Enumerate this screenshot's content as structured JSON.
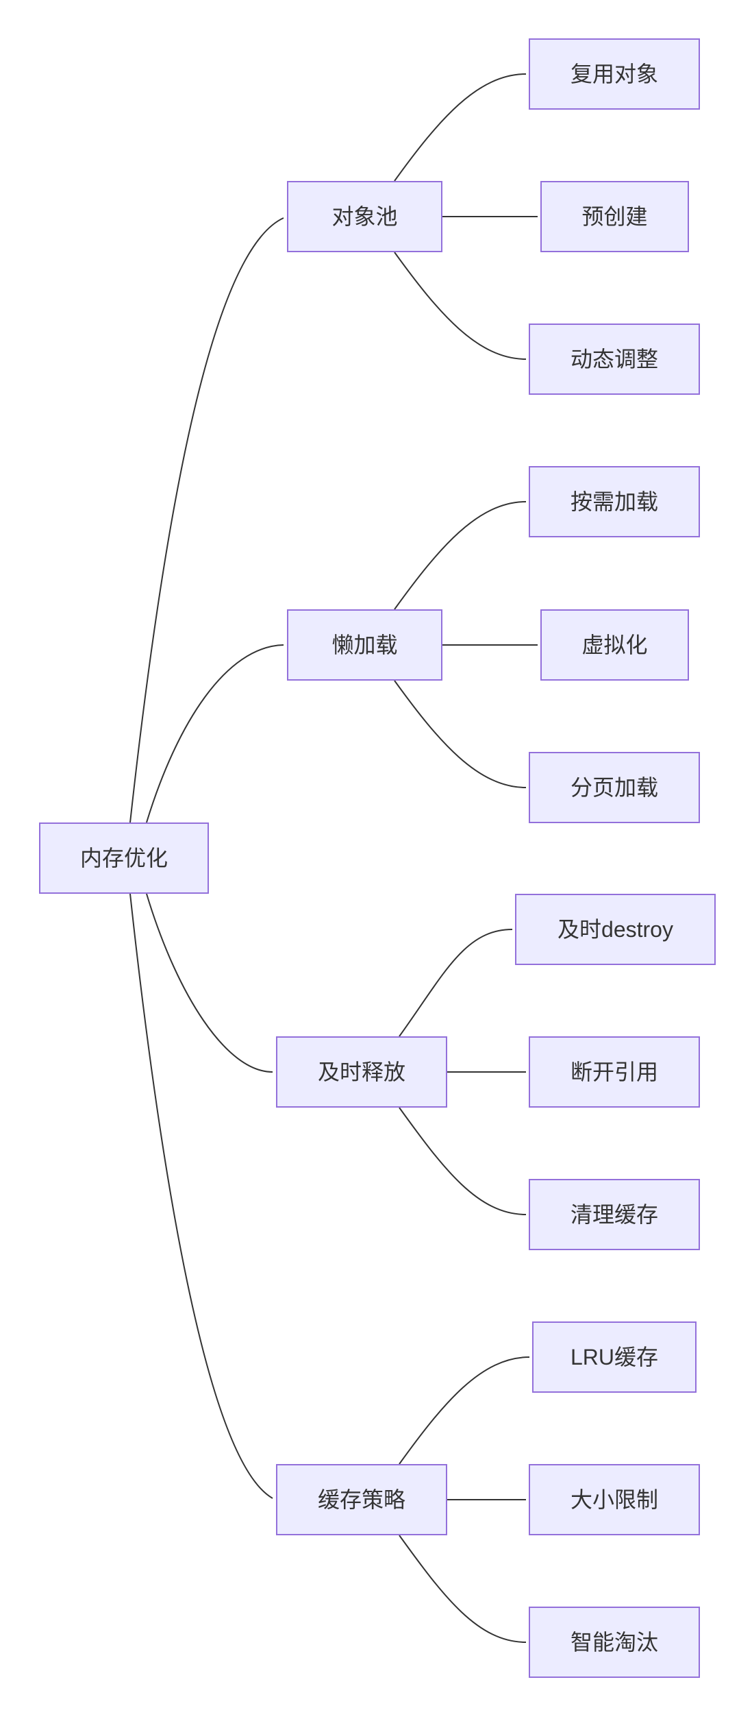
{
  "diagram": {
    "type": "flowchart-left-to-right",
    "colors": {
      "background": "#FFFFFF",
      "node_fill": "#ECECFF",
      "node_border": "#9370DB",
      "edge": "#333333",
      "text": "#333333"
    },
    "root": {
      "id": "memory-optimization",
      "label": "内存优化"
    },
    "branches": [
      {
        "id": "object-pool",
        "label": "对象池",
        "children": [
          {
            "id": "reuse-objects",
            "label": "复用对象"
          },
          {
            "id": "pre-create",
            "label": "预创建"
          },
          {
            "id": "dynamic-resize",
            "label": "动态调整"
          }
        ]
      },
      {
        "id": "lazy-load",
        "label": "懒加载",
        "children": [
          {
            "id": "on-demand-load",
            "label": "按需加载"
          },
          {
            "id": "virtualization",
            "label": "虚拟化"
          },
          {
            "id": "paged-load",
            "label": "分页加载"
          }
        ]
      },
      {
        "id": "timely-release",
        "label": "及时释放",
        "children": [
          {
            "id": "timely-destroy",
            "label": "及时destroy"
          },
          {
            "id": "break-references",
            "label": "断开引用"
          },
          {
            "id": "clear-cache",
            "label": "清理缓存"
          }
        ]
      },
      {
        "id": "cache-strategy",
        "label": "缓存策略",
        "children": [
          {
            "id": "lru-cache",
            "label": "LRU缓存"
          },
          {
            "id": "size-limit",
            "label": "大小限制"
          },
          {
            "id": "smart-eviction",
            "label": "智能淘汰"
          }
        ]
      }
    ]
  }
}
